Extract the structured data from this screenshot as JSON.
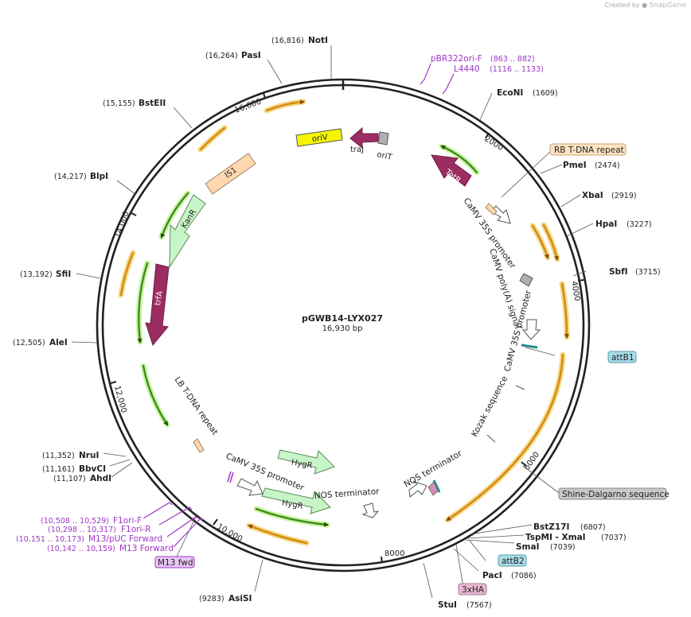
{
  "credit": {
    "prefix": "Created by",
    "brand": "SnapGene"
  },
  "plasmid": {
    "name": "pGWB14-LYX027",
    "length": "16,930 bp"
  },
  "ticks": [
    {
      "label": "2000"
    },
    {
      "label": "4000"
    },
    {
      "label": "6000"
    },
    {
      "label": "8000"
    },
    {
      "label": "10,000"
    },
    {
      "label": "12,000"
    },
    {
      "label": "14,000"
    },
    {
      "label": "16,000"
    }
  ],
  "sites": [
    {
      "name": "NotI",
      "pos": "(16,816)"
    },
    {
      "name": "PasI",
      "pos": "(16,264)"
    },
    {
      "name": "BstEII",
      "pos": "(15,155)"
    },
    {
      "name": "BlpI",
      "pos": "(14,217)"
    },
    {
      "name": "SfiI",
      "pos": "(13,192)"
    },
    {
      "name": "AleI",
      "pos": "(12,505)"
    },
    {
      "name": "NruI",
      "pos": "(11,352)"
    },
    {
      "name": "BbvCI",
      "pos": "(11,161)"
    },
    {
      "name": "AhdI",
      "pos": "(11,107)"
    },
    {
      "name": "AsiSI",
      "pos": "(9283)"
    },
    {
      "name": "StuI",
      "pos": "(7567)"
    },
    {
      "name": "PacI",
      "pos": "(7086)"
    },
    {
      "name": "SmaI",
      "pos": "(7039)"
    },
    {
      "name": "TspMI  -  XmaI",
      "pos": "(7037)"
    },
    {
      "name": "BstZ17I",
      "pos": "(6807)"
    },
    {
      "name": "SbfI",
      "pos": "(3715)"
    },
    {
      "name": "HpaI",
      "pos": "(3227)"
    },
    {
      "name": "XbaI",
      "pos": "(2919)"
    },
    {
      "name": "PmeI",
      "pos": "(2474)"
    },
    {
      "name": "EcoNI",
      "pos": "(1609)"
    }
  ],
  "primers": [
    {
      "name": "pBR322ori-F",
      "range": "(863 .. 882)"
    },
    {
      "name": "L4440",
      "range": "(1116 .. 1133)"
    },
    {
      "name": "F1ori-F",
      "range": "(10,508 .. 10,529)"
    },
    {
      "name": "F1ori-R",
      "range": "(10,298 .. 10,317)"
    },
    {
      "name": "M13/pUC Forward",
      "range": "(10,151 .. 10,173)"
    },
    {
      "name": "M13 Forward",
      "range": "(10,142 .. 10,159)"
    }
  ],
  "boxed_labels": {
    "rb": "RB T-DNA repeat",
    "attb1": "attB1",
    "sd": "Shine-Dalgarno sequence",
    "attb2": "attB2",
    "ha": "3xHA",
    "m13fwd": "M13 fwd"
  },
  "features": {
    "oriv": "oriV",
    "traj": "traJ",
    "orit": "oriT",
    "tetr": "TetR",
    "is1": "IS1",
    "kanr": "KanR",
    "trfa": "trfA",
    "hygr1": "HygR",
    "hygr2": "HygR",
    "camv1": "CaMV 35S promoter",
    "polya": "CaMV poly(A) signal",
    "camv2": "CaMV 35S promoter",
    "kozak": "Kozak sequence",
    "nos1": "NOS terminator",
    "nos2": "NOS terminator",
    "camv3": "CaMV 35S promoter",
    "lb": "LB T-DNA repeat"
  },
  "colors": {
    "orf": "#9b2d62",
    "orf_stroke": "#6e1f45",
    "marker": "#c8f5c8",
    "origin": "#f5f500",
    "promoter": "#ffffff",
    "misc": "#b0b0b0",
    "repeat": "#ffd8b0",
    "primer": "#a035c8",
    "orange_arrow": "#d88a10",
    "green_arrow": "#3f8a1e"
  }
}
